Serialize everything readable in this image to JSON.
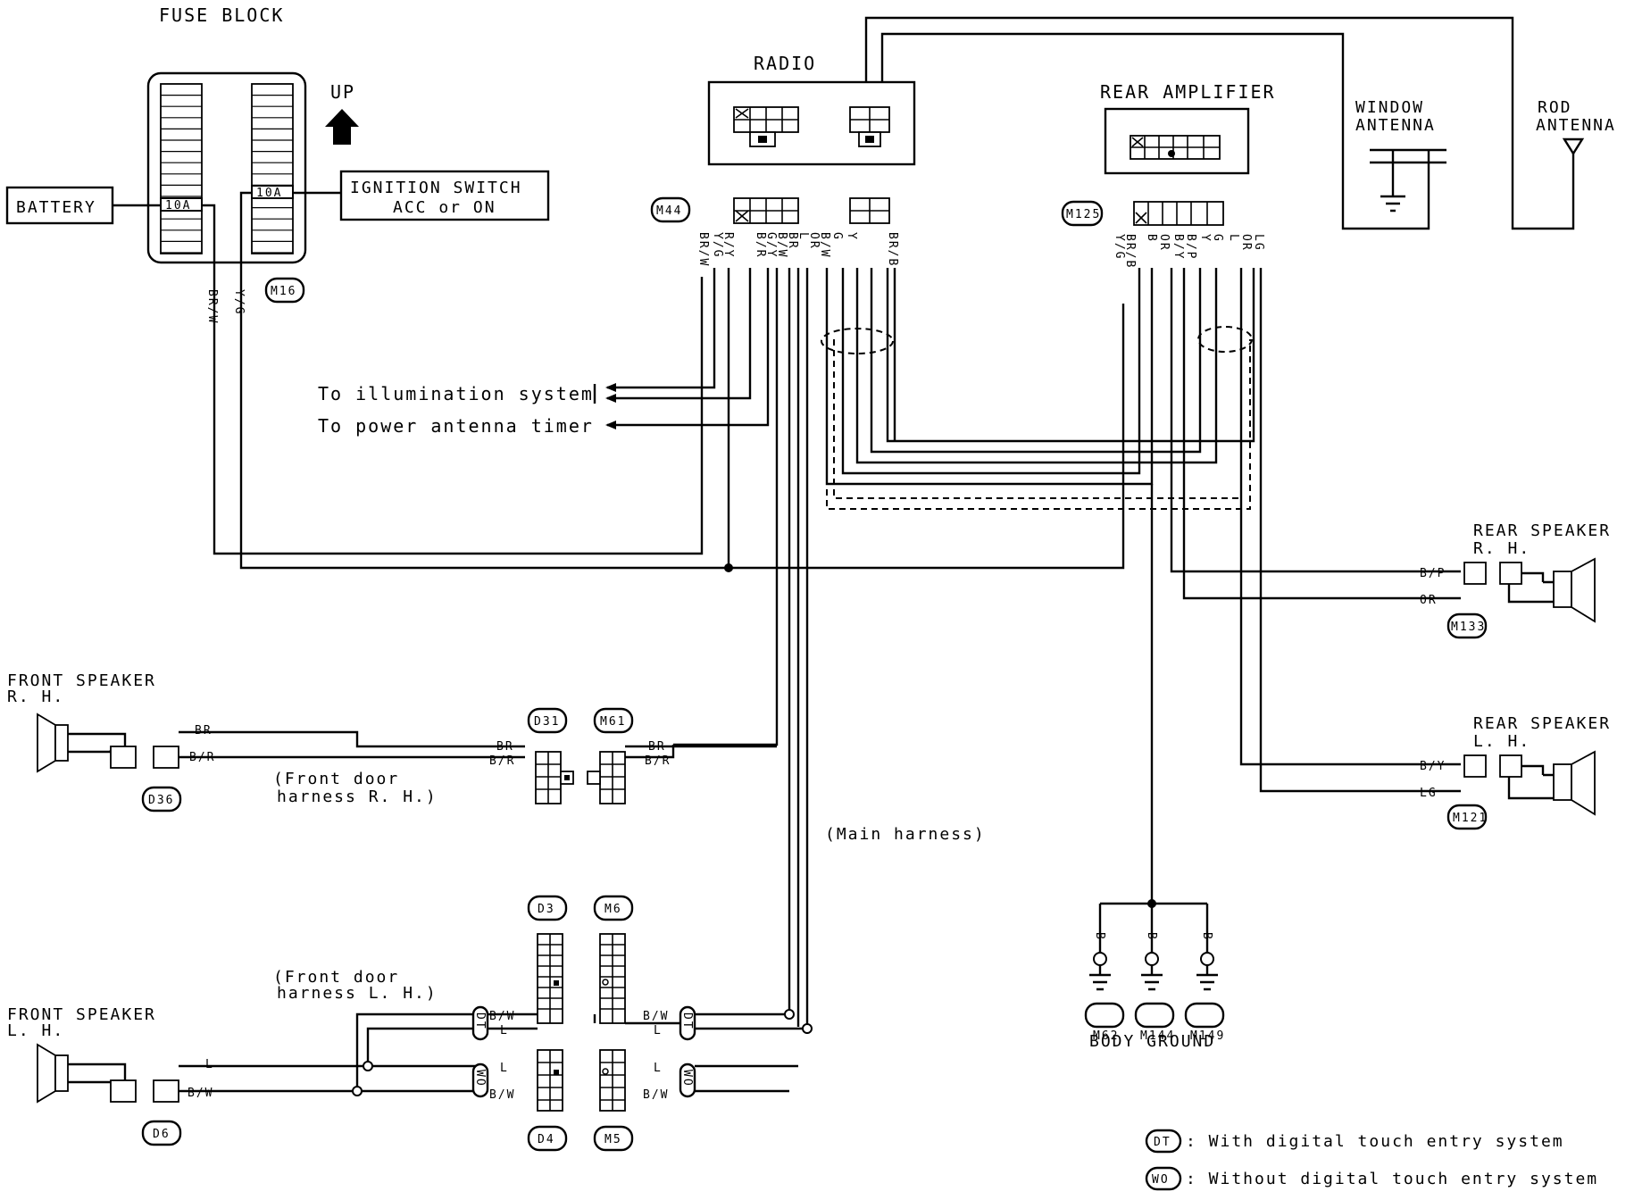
{
  "labels": {
    "fuse_block": "FUSE BLOCK",
    "up": "UP",
    "battery": "BATTERY",
    "fuse_left": "10A",
    "fuse_right": "10A",
    "ignition_switch_line1": "IGNITION SWITCH",
    "ignition_switch_line2": "ACC or ON",
    "radio": "RADIO",
    "rear_amplifier": "REAR AMPLIFIER",
    "window_antenna_line1": "WINDOW",
    "window_antenna_line2": "ANTENNA",
    "rod_antenna_line1": "ROD",
    "rod_antenna_line2": "ANTENNA",
    "to_illumination": "To illumination system",
    "to_power_antenna": "To power antenna timer",
    "front_speaker_rh_line1": "FRONT SPEAKER",
    "front_speaker_rh_line2": "R. H.",
    "front_speaker_lh_line1": "FRONT SPEAKER",
    "front_speaker_lh_line2": "L. H.",
    "rear_speaker_rh_line1": "REAR SPEAKER",
    "rear_speaker_rh_line2": "R. H.",
    "rear_speaker_lh_line1": "REAR SPEAKER",
    "rear_speaker_lh_line2": "L. H.",
    "front_door_rh_line1": "(Front door",
    "front_door_rh_line2": "harness R. H.)",
    "front_door_lh_line1": "(Front door",
    "front_door_lh_line2": "harness L. H.)",
    "main_harness": "(Main harness)",
    "body_ground": "BODY GROUND"
  },
  "connectors": {
    "m16": "M16",
    "m44": "M44",
    "m125": "M125",
    "m133": "M133",
    "m121": "M121",
    "d31": "D31",
    "m61": "M61",
    "d36": "D36",
    "d3": "D3",
    "m6": "M6",
    "d4": "D4",
    "m5": "M5",
    "d6": "D6",
    "m62": "M62",
    "m144": "M144",
    "m149": "M149",
    "dt": "DT",
    "wo": "WO"
  },
  "wire_colors": {
    "br_w": "BR/W",
    "y_g": "Y/G",
    "br": "BR",
    "b_r": "B/R",
    "l": "L",
    "b_w": "B/W",
    "b_p": "B/P",
    "or": "OR",
    "b_y": "B/Y",
    "lg": "LG",
    "b": "B",
    "radio_pins": [
      "Y/G",
      "R/Y",
      "BR/W",
      "B/R",
      "G/Y",
      "B/W",
      "BR",
      "L",
      "OR",
      "G",
      "Y",
      "BR/B",
      "B/W"
    ],
    "amp_pins": [
      "BR/B",
      "Y/G",
      "B",
      "OR",
      "B/Y",
      "B/P",
      "Y",
      "G",
      "L",
      "OR",
      "LG"
    ]
  },
  "legend": {
    "dt_code": "DT",
    "dt_text": ": With digital touch entry system",
    "wo_code": "WO",
    "wo_text": ": Without digital touch entry system"
  }
}
